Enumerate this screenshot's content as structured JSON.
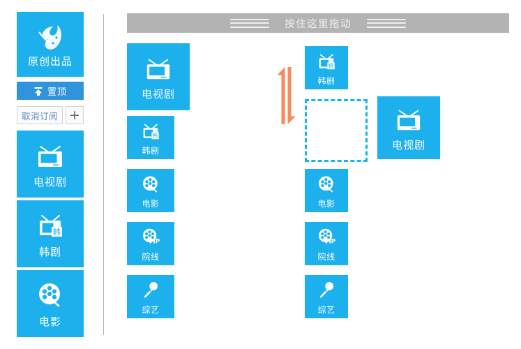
{
  "theme": {
    "brand_blue": "#1cb0ed",
    "pin_blue": "#3094dd",
    "dragbar_gray": "#b3b3b3",
    "arrow_orange": "#f8895a",
    "dashed_blue": "#14b4f0",
    "link_blue": "#5a88c8"
  },
  "sidebar": {
    "logo_tile": {
      "label": "原创出品",
      "icon": "iqiyi-logo-icon"
    },
    "pin_button": {
      "label": "置顶",
      "icon": "arrow-up-pin-icon"
    },
    "unsubscribe_button": {
      "label": "取消订阅"
    },
    "add_button": {
      "label": "+",
      "icon": "plus-icon"
    },
    "items": [
      {
        "label": "电视剧",
        "icon": "tv-icon"
      },
      {
        "label": "韩剧",
        "icon": "tv-korean-icon",
        "badge": "韩"
      },
      {
        "label": "电影",
        "icon": "film-reel-icon"
      }
    ]
  },
  "main": {
    "drag_bar": {
      "label": "按住这里拖动",
      "handle_icon": "drag-handle-icon"
    },
    "column_a": [
      {
        "label": "电视剧",
        "icon": "tv-icon",
        "size": "large"
      },
      {
        "label": "韩剧",
        "icon": "tv-korean-icon",
        "badge": "韩",
        "size": "small"
      },
      {
        "label": "电影",
        "icon": "film-reel-icon",
        "size": "small"
      },
      {
        "label": "院线",
        "icon": "film-reel-vip-icon",
        "badge": "VIP",
        "size": "small"
      },
      {
        "label": "综艺",
        "icon": "microphone-icon",
        "size": "small"
      }
    ],
    "column_b": [
      {
        "label": "韩剧",
        "icon": "tv-korean-icon",
        "badge": "韩",
        "size": "small"
      },
      {
        "label": "电影",
        "icon": "film-reel-icon",
        "size": "small"
      },
      {
        "label": "院线",
        "icon": "film-reel-vip-icon",
        "badge": "VIP",
        "size": "small"
      },
      {
        "label": "综艺",
        "icon": "microphone-icon",
        "size": "small"
      }
    ],
    "drop_placeholder": {
      "label": "",
      "icon": "dashed-drop-zone-icon"
    },
    "dragged_tile": {
      "label": "电视剧",
      "icon": "tv-icon",
      "size": "large"
    },
    "swap_indicator": {
      "icon": "double-arrow-vertical-icon"
    }
  }
}
